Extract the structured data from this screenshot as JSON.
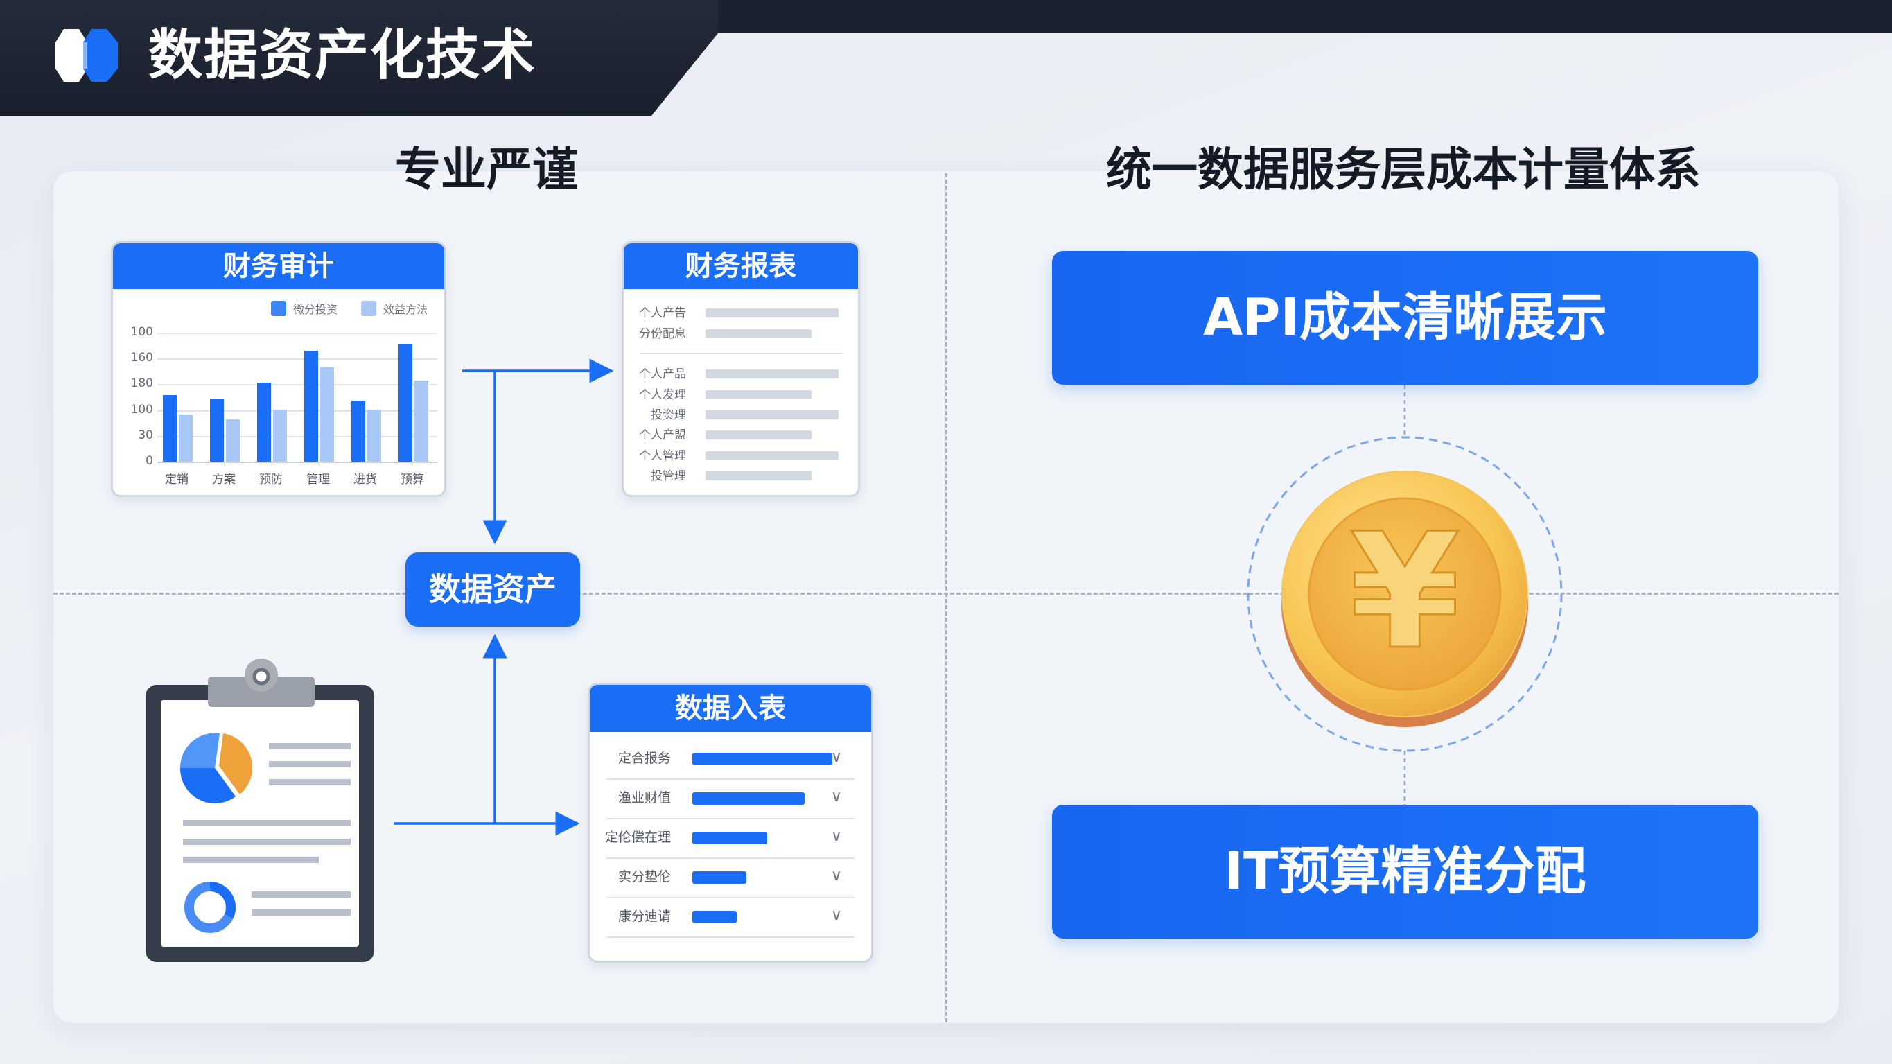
{
  "header": {
    "title": "数据资产化技术",
    "logo_icon": "hexagon-logo-icon"
  },
  "left_section": {
    "heading": "专业严谨",
    "audit_card": {
      "title": "财务审计",
      "legend": [
        "微分投资",
        "效益方法"
      ],
      "y_ticks": [
        "100",
        "160",
        "180",
        "100",
        "30",
        "0"
      ],
      "x_ticks": [
        "定销",
        "方案",
        "预防",
        "管理",
        "进货",
        "预算"
      ]
    },
    "report_card": {
      "title": "财务报表",
      "rows_top": [
        "个人产告",
        "分份配息"
      ],
      "rows_bottom": [
        "个人产品",
        "个人发理",
        "投资理",
        "个人产盟",
        "个人管理",
        "投管理"
      ]
    },
    "asset_box": {
      "label": "数据资产"
    },
    "ingest_card": {
      "title": "数据入表",
      "rows": [
        {
          "label": "定合报务",
          "fill": 100
        },
        {
          "label": "渔业财值",
          "fill": 80
        },
        {
          "label": "定伦偿在理",
          "fill": 53
        },
        {
          "label": "实分垫伦",
          "fill": 39
        },
        {
          "label": "康分迪请",
          "fill": 32
        }
      ],
      "chevron_icon": "chevron-down-icon"
    },
    "clipboard_icon": "clipboard-report-icon"
  },
  "right_section": {
    "heading": "统一数据服务层成本计量体系",
    "top_button": "API成本清晰展示",
    "bottom_button": "IT预算精准分配",
    "coin_icon": "yuan-coin-icon",
    "coin_symbol": "¥"
  },
  "colors": {
    "primary_blue": "#1a6ef5",
    "light_blue": "#a8c8f8",
    "header_dark": "#1b2130",
    "coin_gold": "#f2b33d",
    "pie_orange": "#f0a23a"
  },
  "chart_data": {
    "type": "bar",
    "title": "财务审计",
    "categories": [
      "定销",
      "方案",
      "预防",
      "管理",
      "进货",
      "预算"
    ],
    "series": [
      {
        "name": "微分投资",
        "values": [
          75,
          70,
          90,
          125,
          68,
          135
        ]
      },
      {
        "name": "效益方法",
        "values": [
          55,
          48,
          60,
          105,
          60,
          88
        ]
      }
    ],
    "y_tick_labels": [
      "0",
      "30",
      "100",
      "180",
      "160",
      "100"
    ],
    "xlabel": "",
    "ylabel": "",
    "ylim": [
      0,
      150
    ],
    "grid": true,
    "legend_position": "top-right"
  }
}
